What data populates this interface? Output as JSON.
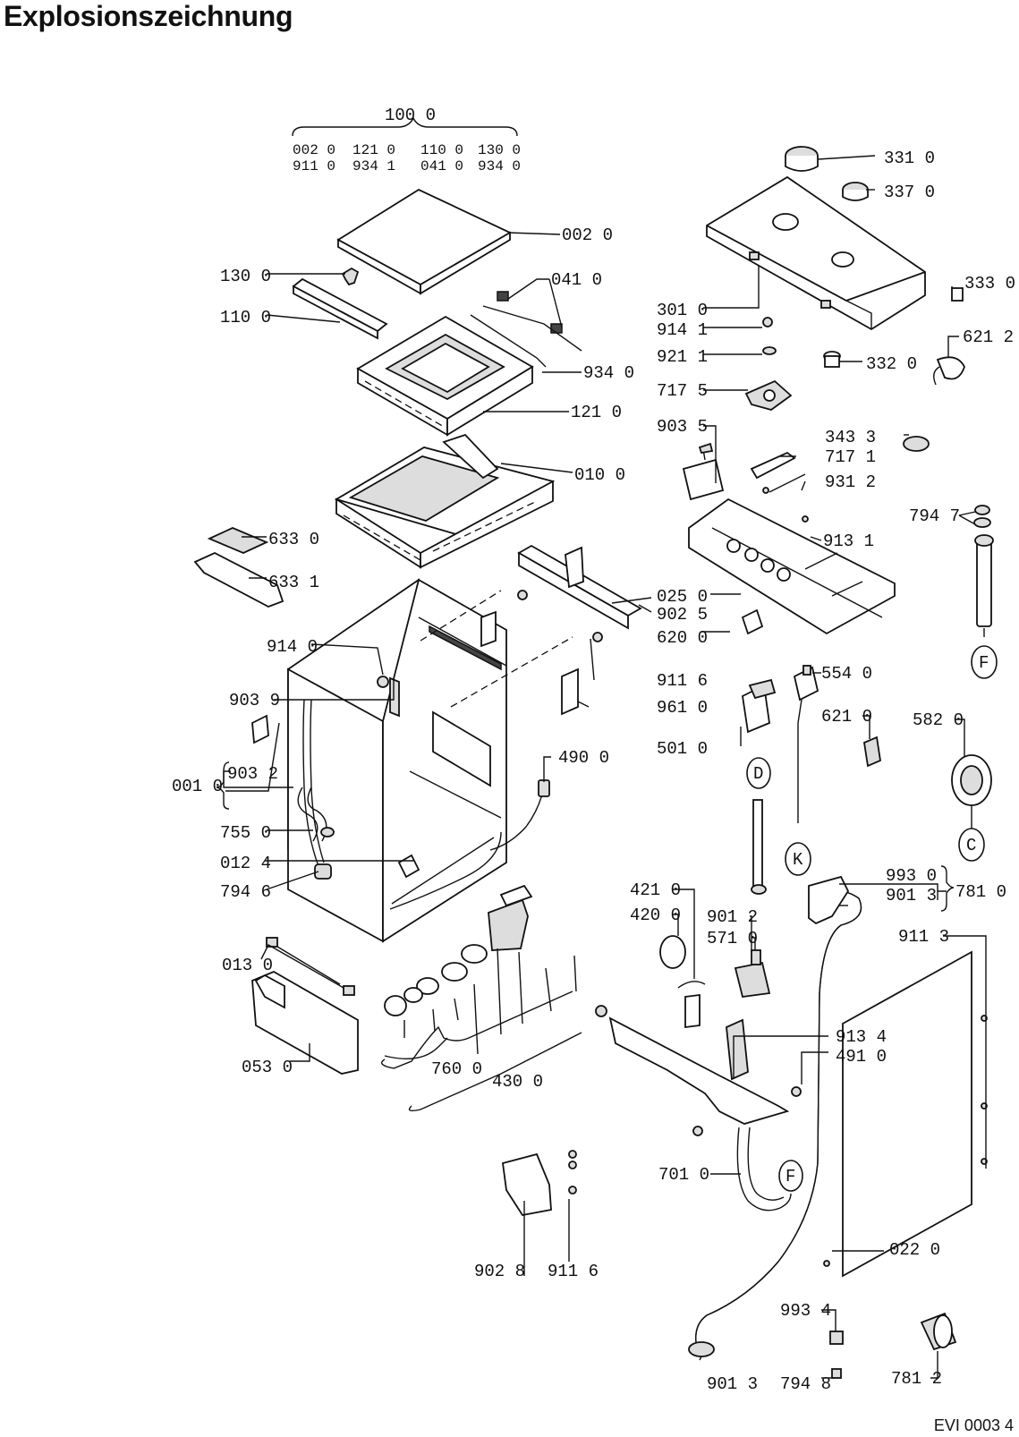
{
  "title": "Explosionszeichnung",
  "doc_code": "EVI 0003 4",
  "group": {
    "label": "100 0",
    "row1": [
      "002 0",
      "121 0",
      "110 0",
      "130 0"
    ],
    "row2": [
      "911 0",
      "934 1",
      "041 0",
      "934 0"
    ]
  },
  "labels": {
    "p0020": "002 0",
    "p1300": "130 0",
    "p0410": "041 0",
    "p1100": "110 0",
    "p9340": "934 0",
    "p1210": "121 0",
    "p0100": "010 0",
    "p6330": "633 0",
    "p6331": "633 1",
    "p9140": "914 0",
    "p9039": "903 9",
    "p0010": "001 0",
    "p9032": "903 2",
    "p7550": "755 0",
    "p0124": "012 4",
    "p7946": "794 6",
    "p0130": "013 0",
    "p0530": "053 0",
    "p7600": "760 0",
    "p4300": "430 0",
    "p4900": "490 0",
    "p9116a": "911 6",
    "p9610": "961 0",
    "p5010": "501 0",
    "p0250": "025 0",
    "p9025": "902 5",
    "p6200": "620 0",
    "p3310": "331 0",
    "p3370": "337 0",
    "p3010": "301 0",
    "p9141": "914 1",
    "p9211": "921 1",
    "p7175": "717 5",
    "p3320": "332 0",
    "p3330": "333 0",
    "p6212": "621 2",
    "p9035": "903 5",
    "p3433": "343 3",
    "p7171": "717 1",
    "p9312": "931 2",
    "p9131a": "913 1",
    "p7947": "794 7",
    "p5540": "554 0",
    "p6210": "621 0",
    "p5820": "582 0",
    "p4210": "421 0",
    "p4200": "420 0",
    "p9012": "901 2",
    "p5710": "571 0",
    "p9930": "993 0",
    "p9013a": "901 3",
    "p7810": "781 0",
    "p9113": "911 3",
    "p9134": "913 4",
    "p4910": "491 0",
    "p7010": "701 0",
    "p0220": "022 0",
    "p9028": "902 8",
    "p9116b": "911 6",
    "p9934": "993 4",
    "p9013b": "901 3",
    "p7948": "794 8",
    "p7812": "781 2"
  },
  "connectors": {
    "D": "D",
    "F1": "F",
    "K": "K",
    "C": "C",
    "F2": "F"
  }
}
